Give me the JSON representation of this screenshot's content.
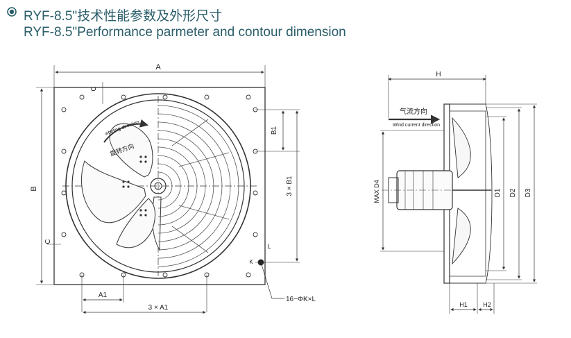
{
  "header": {
    "title_cn": "RYF-8.5\"技术性能参数及外形尺寸",
    "title_en": "RYF-8.5\"Performance parmeter and contour dimension",
    "accent_color": "#2a5d6a",
    "bullet_icon": "circle-bullet-icon"
  },
  "front_view": {
    "dim_A": "A",
    "dim_B": "B",
    "dim_C_top": "C",
    "dim_C_left": "C",
    "dim_B1": "B1",
    "dim_3B1": "3 × B1",
    "dim_A1": "A1",
    "dim_3A1": "3 × A1",
    "dim_L": "L",
    "dim_K": "K",
    "hole_callout": "16−ΦK×L",
    "rotation_en": "whirling direction",
    "rotation_cn": "旋转方向"
  },
  "side_view": {
    "dim_H": "H",
    "dim_H1": "H1",
    "dim_H2": "H2",
    "dim_D1": "D1",
    "dim_D2": "D2",
    "dim_D3": "D3",
    "dim_maxD4": "MAX D4",
    "airflow_cn": "气流方向",
    "airflow_en": "Wind current direction"
  }
}
